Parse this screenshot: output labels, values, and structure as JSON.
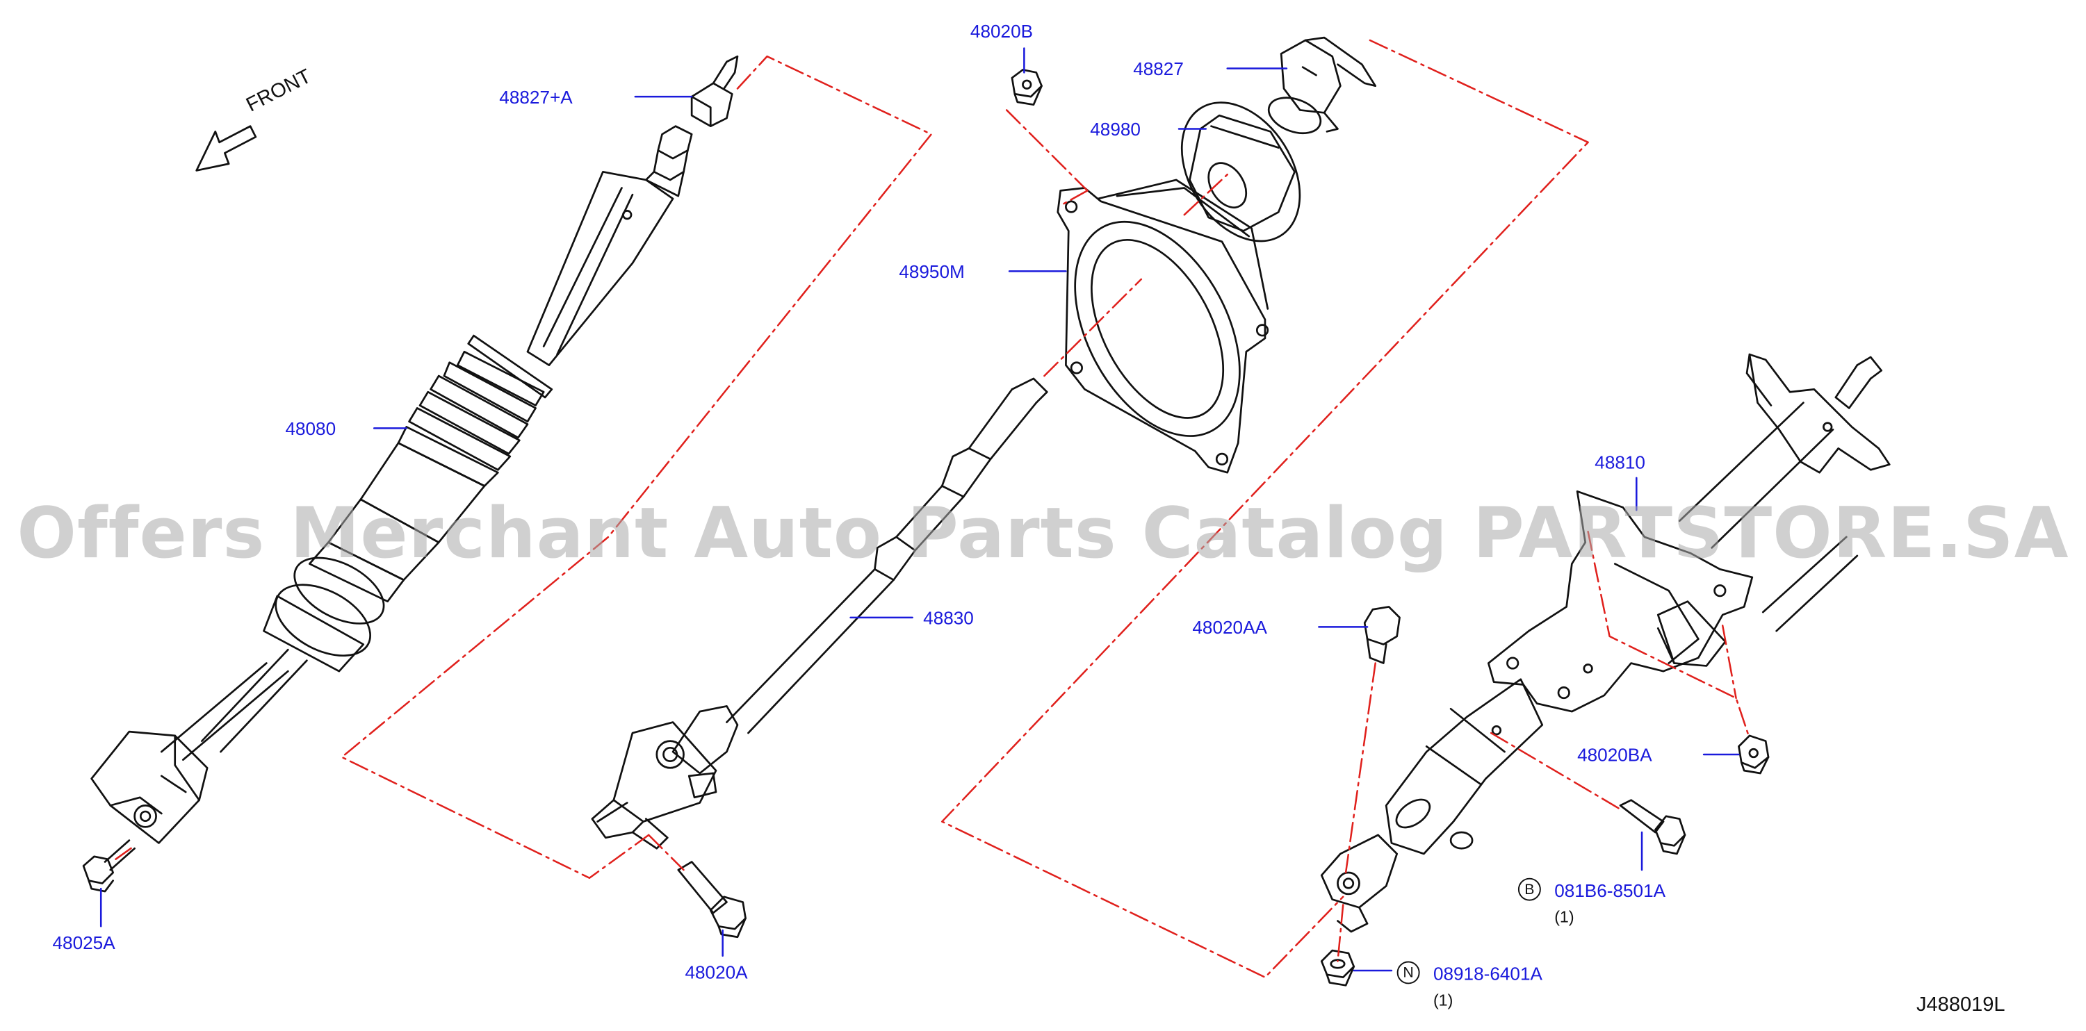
{
  "diagram": {
    "direction_label": "FRONT",
    "diagram_code": "J488019L",
    "watermark": "Offers Merchant Auto Parts Catalog PARTSTORE.SA",
    "parts": [
      {
        "id": "48827+A"
      },
      {
        "id": "48080"
      },
      {
        "id": "48025A"
      },
      {
        "id": "48020A"
      },
      {
        "id": "48830"
      },
      {
        "id": "48020B"
      },
      {
        "id": "48950M"
      },
      {
        "id": "48980"
      },
      {
        "id": "48827"
      },
      {
        "id": "48810"
      },
      {
        "id": "48020AA"
      },
      {
        "id": "48020BA"
      },
      {
        "id": "081B6-8501A",
        "badge": "B",
        "qty": "(1)"
      },
      {
        "id": "08918-6401A",
        "badge": "N",
        "qty": "(1)"
      }
    ]
  },
  "colors": {
    "label": "#1a1adc",
    "leader": "#1a1adc",
    "dashdot": "#e0201c",
    "outline": "#111111"
  }
}
